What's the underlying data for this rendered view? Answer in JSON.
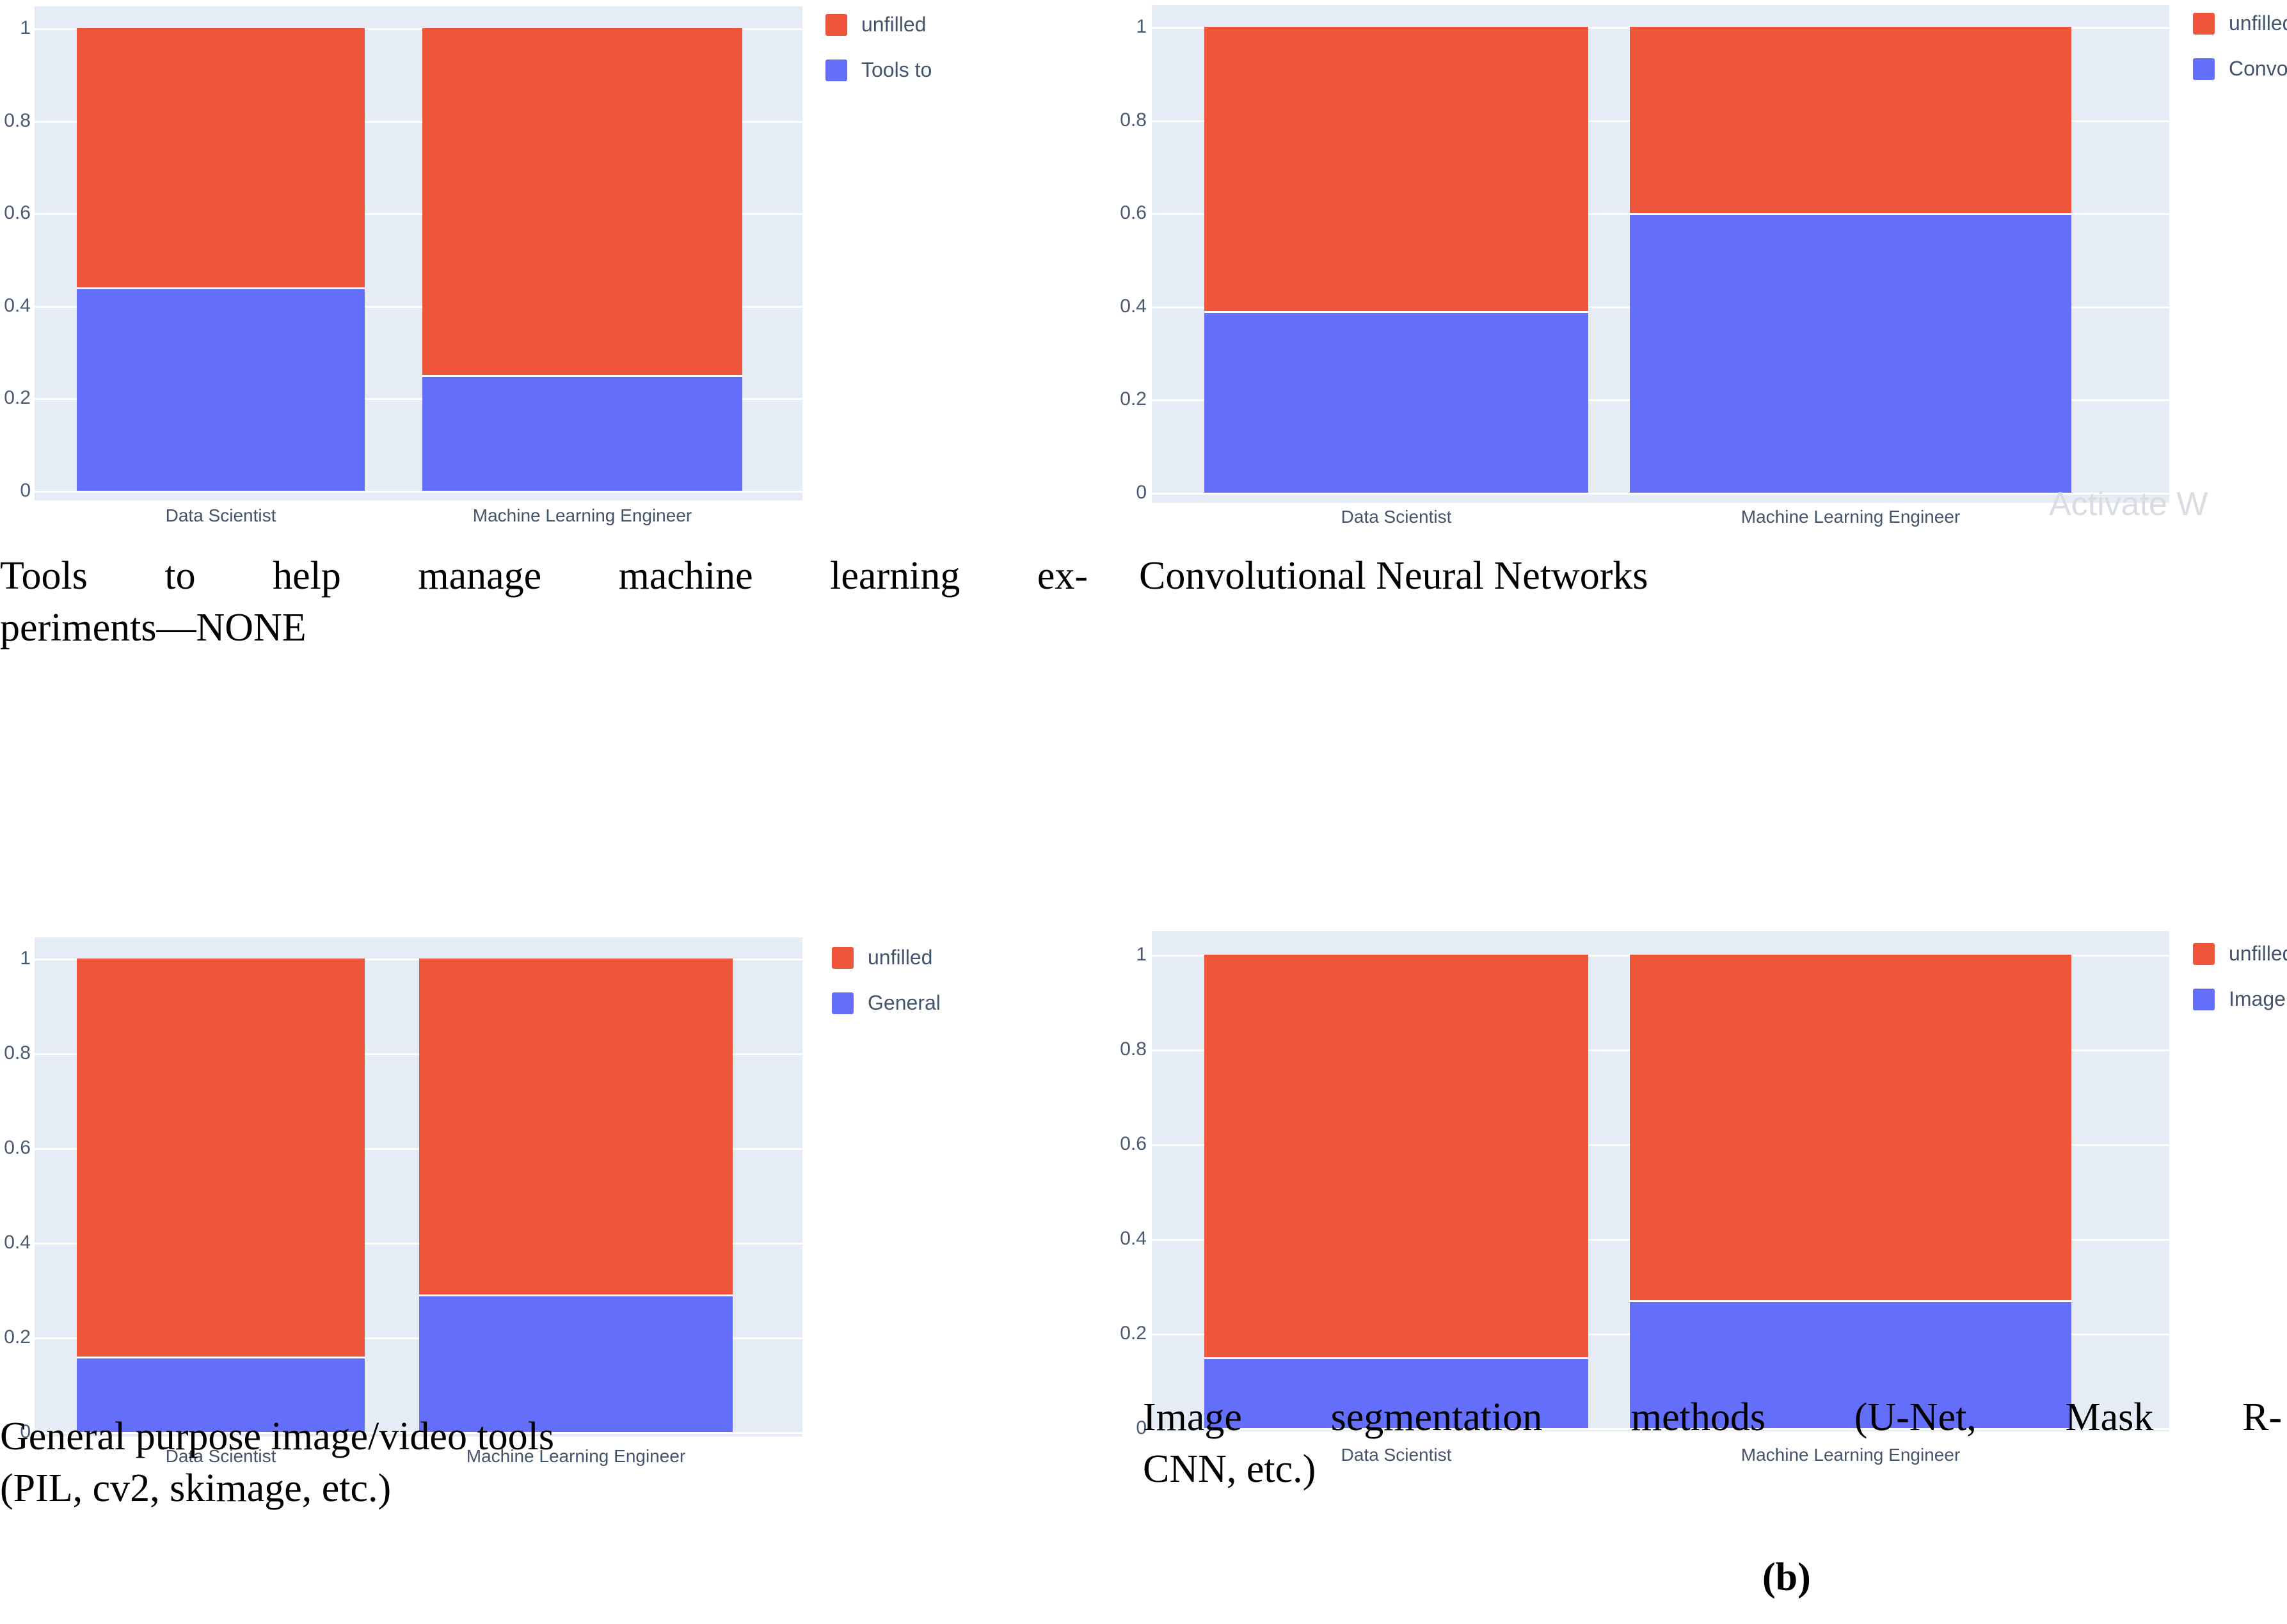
{
  "figure": {
    "subfigure_label": "(b)",
    "watermark": {
      "line1": "Activate W",
      "line2": ""
    }
  },
  "common": {
    "categories": [
      "Data Scientist",
      "Machine Learning Engineer"
    ],
    "yticks": [
      "0",
      "0.2",
      "0.4",
      "0.6",
      "0.8",
      "1"
    ],
    "legend_unfilled": "unfilled",
    "colors": {
      "unfilled": "#ef553b",
      "filled": "#636efa",
      "plot_bg": "#e5ecf6",
      "grid": "#ffffff",
      "tick_text": "#44546b"
    }
  },
  "charts": [
    {
      "id": "tools-ml-experiments-none",
      "caption_line1": "Tools to help manage machine learning ex-",
      "caption_line2": "periments—NONE",
      "legend_series": "Tools to ",
      "chart_data": {
        "type": "bar",
        "barmode": "stack",
        "normalized": true,
        "title": "Tools to help manage machine learning experiments—NONE",
        "xlabel": "",
        "ylabel": "",
        "ylim": [
          0,
          1
        ],
        "yticks": [
          0,
          0.2,
          0.4,
          0.6,
          0.8,
          1
        ],
        "grid": true,
        "legend_position": "right",
        "categories": [
          "Data Scientist",
          "Machine Learning Engineer"
        ],
        "series": [
          {
            "name": "unfilled",
            "color": "#ef553b",
            "values": [
              0.56,
              0.75
            ]
          },
          {
            "name": "Tools to help manage machine learning experiments—NONE",
            "color": "#636efa",
            "values": [
              0.44,
              0.25
            ]
          }
        ]
      }
    },
    {
      "id": "convolutional-neural-networks",
      "caption_line1": "Convolutional Neural Networks",
      "caption_line2": "",
      "legend_series": "Convolutional N",
      "chart_data": {
        "type": "bar",
        "barmode": "stack",
        "normalized": true,
        "title": "Convolutional Neural Networks",
        "xlabel": "",
        "ylabel": "",
        "ylim": [
          0,
          1
        ],
        "yticks": [
          0,
          0.2,
          0.4,
          0.6,
          0.8,
          1
        ],
        "grid": true,
        "legend_position": "right",
        "categories": [
          "Data Scientist",
          "Machine Learning Engineer"
        ],
        "series": [
          {
            "name": "unfilled",
            "color": "#ef553b",
            "values": [
              0.61,
              0.4
            ]
          },
          {
            "name": "Convolutional Neural Networks",
            "color": "#636efa",
            "values": [
              0.39,
              0.6
            ]
          }
        ]
      }
    },
    {
      "id": "general-purpose-image-video-tools",
      "caption_line1": "General purpose image/video tools",
      "caption_line2": "(PIL, cv2, skimage, etc.)",
      "legend_series": "General ",
      "chart_data": {
        "type": "bar",
        "barmode": "stack",
        "normalized": true,
        "title": "General purpose image/video tools (PIL, cv2, skimage, etc.)",
        "xlabel": "",
        "ylabel": "",
        "ylim": [
          0,
          1
        ],
        "yticks": [
          0,
          0.2,
          0.4,
          0.6,
          0.8,
          1
        ],
        "grid": true,
        "legend_position": "right",
        "categories": [
          "Data Scientist",
          "Machine Learning Engineer"
        ],
        "series": [
          {
            "name": "unfilled",
            "color": "#ef553b",
            "values": [
              0.84,
              0.71
            ]
          },
          {
            "name": "General purpose image/video tools (PIL, cv2, skimage, etc.)",
            "color": "#636efa",
            "values": [
              0.16,
              0.29
            ]
          }
        ]
      }
    },
    {
      "id": "image-segmentation-methods",
      "caption_line1": "Image segmentation methods (U-Net, Mask R-",
      "caption_line2": "CNN, etc.)",
      "legend_series": "Image se",
      "chart_data": {
        "type": "bar",
        "barmode": "stack",
        "normalized": true,
        "title": "Image segmentation methods (U-Net, Mask R-CNN, etc.)",
        "xlabel": "",
        "ylabel": "",
        "ylim": [
          0,
          1
        ],
        "yticks": [
          0,
          0.2,
          0.4,
          0.6,
          0.8,
          1
        ],
        "grid": true,
        "legend_position": "right",
        "categories": [
          "Data Scientist",
          "Machine Learning Engineer"
        ],
        "series": [
          {
            "name": "unfilled",
            "color": "#ef553b",
            "values": [
              0.85,
              0.73
            ]
          },
          {
            "name": "Image segmentation methods (U-Net, Mask R-CNN, etc.)",
            "color": "#636efa",
            "values": [
              0.15,
              0.27
            ]
          }
        ]
      }
    }
  ]
}
